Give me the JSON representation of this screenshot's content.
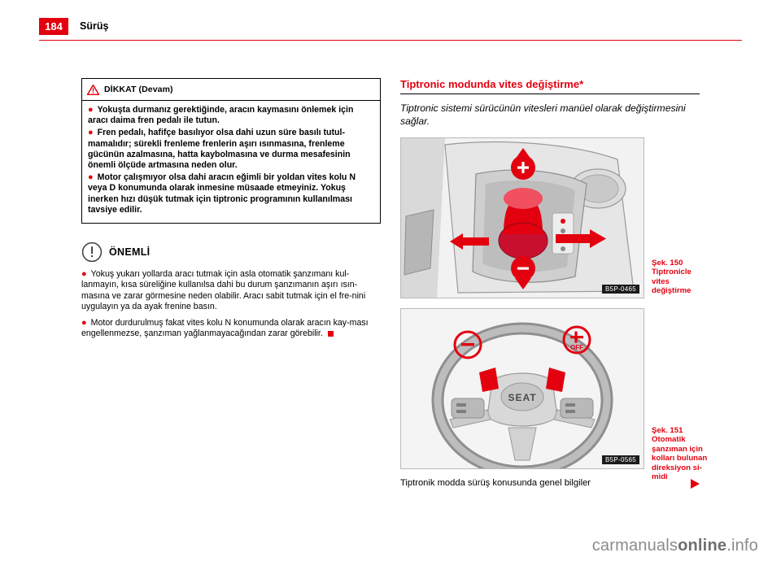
{
  "header": {
    "page_number": "184",
    "chapter": "Sürüş",
    "accent_color": "#e3000f"
  },
  "left_column": {
    "warning_box": {
      "icon": "warning-triangle-icon",
      "title": "DİKKAT (Devam)",
      "items": [
        "Yokuşta durmanız gerektiğinde, aracın kaymasını önlemek için aracı daima fren pedalı ile tutun.",
        "Fren pedalı, hafifçe basılıyor olsa dahi uzun süre basılı tutul-mamalıdır; sürekli frenleme frenlerin aşırı ısınmasına, frenleme gücünün azalmasına, hatta kaybolmasına ve durma mesafesinin önemli ölçüde artmasına neden olur.",
        "Motor çalışmıyor olsa dahi aracın eğimli bir yoldan vites kolu N veya D konumunda olarak inmesine müsaade etmeyiniz. Yokuş inerken hızı düşük tutmak için tiptronic programının kullanılması tavsiye edilir."
      ]
    },
    "note_box": {
      "icon": "exclamation-circle-icon",
      "title": "ÖNEMLİ",
      "paragraphs": [
        "Yokuş yukarı yollarda aracı tutmak için asla otomatik şanzımanı kul-lanmayın, kısa süreliğine kullanılsa dahi bu durum şanzımanın aşırı ısın-masına ve zarar görmesine neden olabilir. Aracı sabit tutmak için el fre-nini uygulayın ya da ayak frenine basın.",
        "Motor durdurulmuş fakat vites kolu N konumunda olarak aracın kay-ması engellenmezse, şanzıman yağlanmayacağından zarar görebilir."
      ]
    }
  },
  "right_column": {
    "section_title": "Tiptronic modunda vites değiştirme*",
    "section_intro": "Tiptronic sistemi sürücünün vitesleri manüel olarak değiştirmesini sağlar.",
    "figures": [
      {
        "caption": "Şek. 150  Tiptronicle vites değiştirme",
        "code": "B5P-0465",
        "alt": "gear-selector-console-illustration"
      },
      {
        "caption": "Şek. 151  Otomatik şanzıman için kolları bulunan direksiyon si-midi",
        "code": "B5P-0565",
        "alt": "steering-wheel-paddles-illustration"
      }
    ],
    "footer_text": "Tiptronik modda sürüş konusunda genel bilgiler",
    "footer_arrow": "arrow-right-icon"
  },
  "watermark": {
    "text_normal": "carmanuals",
    "text_bold": "online",
    "text_suffix": ".info"
  }
}
